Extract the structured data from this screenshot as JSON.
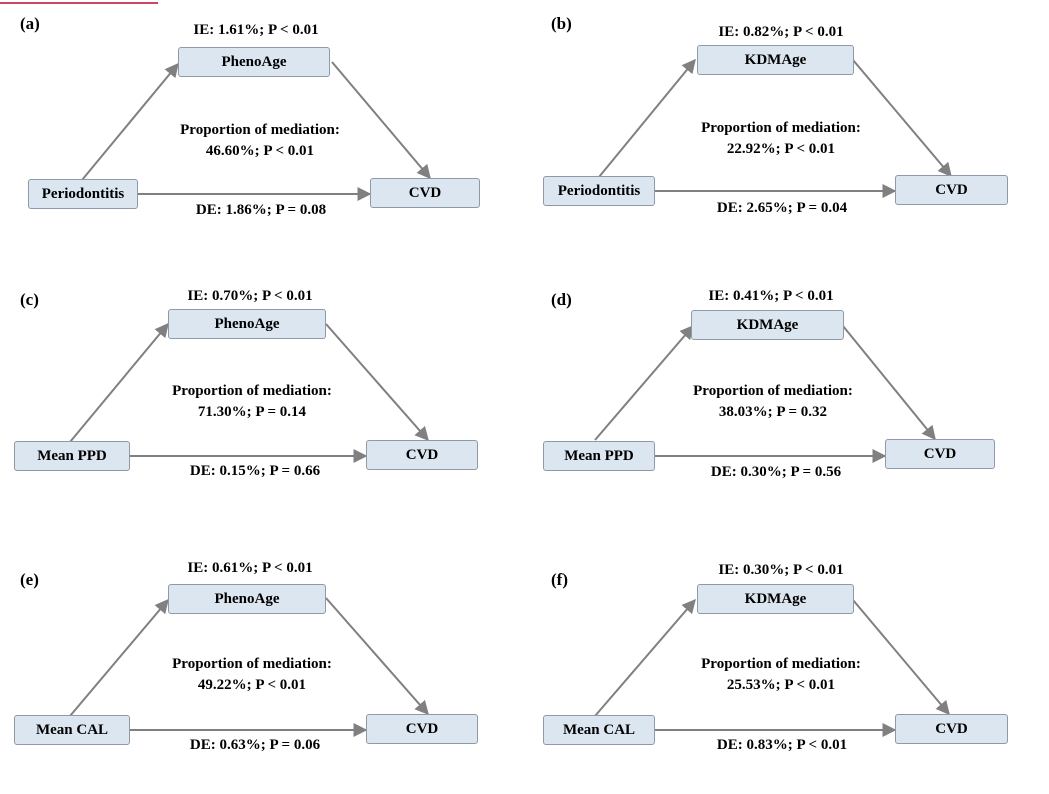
{
  "diagrams": [
    {
      "label": "(a)",
      "exposure": "Periodontitis",
      "mediator": "PhenoAge",
      "outcome": "CVD",
      "ie": "IE: 1.61%; P < 0.01",
      "de": "DE: 1.86%; P = 0.08",
      "prop_title": "Proportion of mediation:",
      "prop_value": "46.60%; P < 0.01"
    },
    {
      "label": "(b)",
      "exposure": "Periodontitis",
      "mediator": "KDMAge",
      "outcome": "CVD",
      "ie": "IE: 0.82%; P < 0.01",
      "de": "DE: 2.65%; P = 0.04",
      "prop_title": "Proportion of mediation:",
      "prop_value": "22.92%; P < 0.01"
    },
    {
      "label": "(c)",
      "exposure": "Mean PPD",
      "mediator": "PhenoAge",
      "outcome": "CVD",
      "ie": "IE: 0.70%; P < 0.01",
      "de": "DE: 0.15%; P = 0.66",
      "prop_title": "Proportion of mediation:",
      "prop_value": "71.30%; P = 0.14"
    },
    {
      "label": "(d)",
      "exposure": "Mean PPD",
      "mediator": "KDMAge",
      "outcome": "CVD",
      "ie": "IE: 0.41%; P < 0.01",
      "de": "DE: 0.30%; P = 0.56",
      "prop_title": "Proportion of mediation:",
      "prop_value": "38.03%; P = 0.32"
    },
    {
      "label": "(e)",
      "exposure": "Mean CAL",
      "mediator": "PhenoAge",
      "outcome": "CVD",
      "ie": "IE: 0.61%; P < 0.01",
      "de": "DE: 0.63%; P = 0.06",
      "prop_title": "Proportion of mediation:",
      "prop_value": "49.22%; P < 0.01"
    },
    {
      "label": "(f)",
      "exposure": "Mean CAL",
      "mediator": "KDMAge",
      "outcome": "CVD",
      "ie": "IE: 0.30%; P < 0.01",
      "de": "DE: 0.83%; P < 0.01",
      "prop_title": "Proportion of mediation:",
      "prop_value": "25.53%; P < 0.01"
    }
  ],
  "colors": {
    "box_fill": "#dce6f1",
    "box_border": "#8e9aa8",
    "arrow": "#808080",
    "link_bar": "#d0446a"
  }
}
